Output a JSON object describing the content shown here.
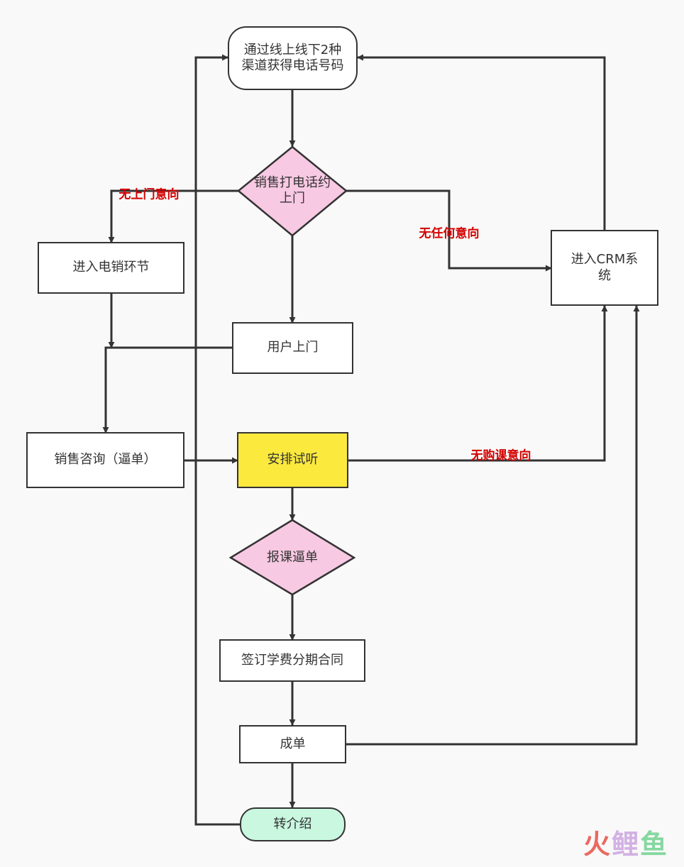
{
  "nodes": {
    "start": "通过线上线下2种渠道获得电话号码",
    "sales_call": "销售打电话约上门",
    "telemarketing": "进入电销环节",
    "crm": "进入CRM系统",
    "user_visit": "用户上门",
    "consult": "销售咨询（逼单）",
    "trial": "安排试听",
    "enroll": "报课逼单",
    "contract": "签订学费分期合同",
    "deal": "成单",
    "referral": "转介绍"
  },
  "edge_labels": {
    "no_visit": "无上门意向",
    "no_intent": "无任何意向",
    "no_purchase": "无购课意向"
  },
  "watermark": {
    "part1": "火",
    "part2": "鲤",
    "part3": "鱼"
  },
  "colors": {
    "line": "#333333",
    "diamond_fill": "#f8c9e3",
    "trial_fill": "#fbe93e",
    "referral_fill": "#c9f7e0",
    "label_red": "#d40000"
  }
}
